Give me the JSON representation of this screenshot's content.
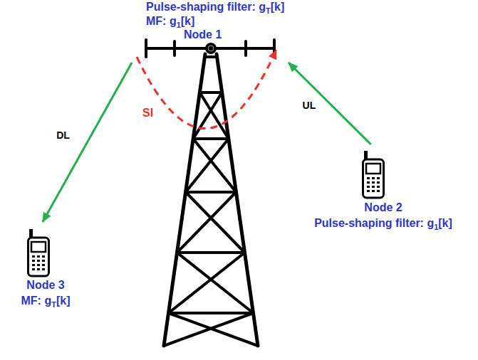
{
  "diagram": {
    "nodes": [
      {
        "text": [
          "Pulse-shaping filter: gT[k]",
          "MF: g1[k]",
          "Node 1"
        ]
      },
      {
        "text": [
          "Node 2",
          "Pulse-shaping filter: g1[k]"
        ]
      },
      {
        "text": [
          "Node 3",
          "MF: gT[k]"
        ]
      }
    ],
    "edges": [
      {
        "from": 0,
        "to": 2,
        "arrow": "to",
        "label": "DL"
      },
      {
        "from": 1,
        "to": 0,
        "arrow": "to",
        "label": "UL"
      }
    ],
    "labels": [
      "SI"
    ]
  }
}
